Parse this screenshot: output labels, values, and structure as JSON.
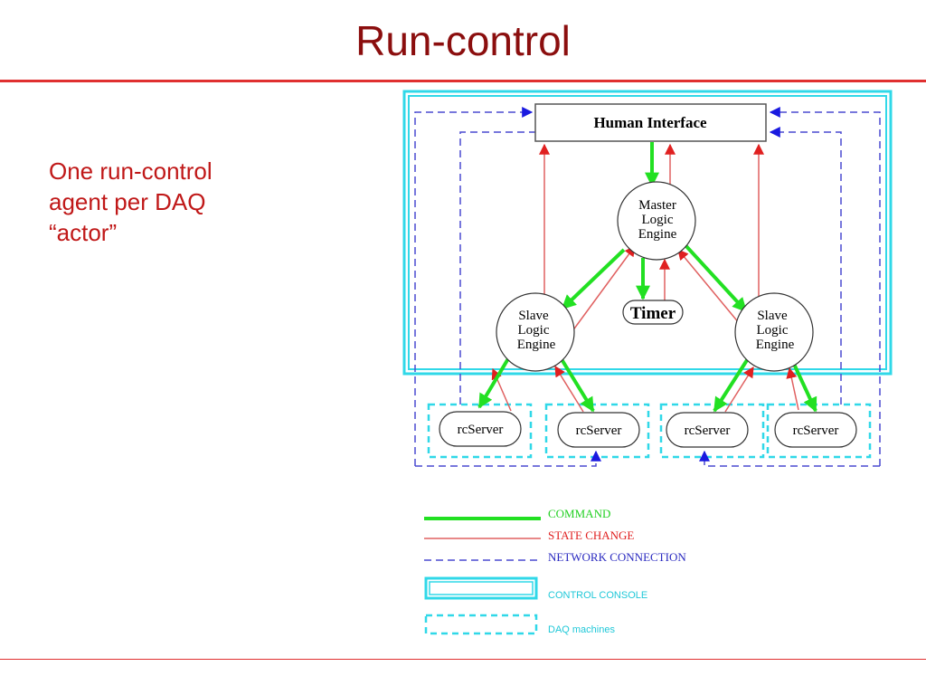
{
  "slide": {
    "title": "Run-control",
    "bullet_lines": [
      "One run-control",
      "agent per DAQ",
      "“actor”"
    ]
  },
  "diagram": {
    "human_interface": "Human Interface",
    "master": [
      "Master",
      "Logic",
      "Engine"
    ],
    "slave_left": [
      "Slave",
      "Logic",
      "Engine"
    ],
    "slave_right": [
      "Slave",
      "Logic",
      "Engine"
    ],
    "timer": "Timer",
    "rcservers": [
      "rcServer",
      "rcServer",
      "rcServer",
      "rcServer"
    ]
  },
  "legend": {
    "command": "COMMAND",
    "state_change": "STATE CHANGE",
    "network_connection": "NETWORK CONNECTION",
    "control_console": "CONTROL CONSOLE",
    "daq_machines": "DAQ machines"
  },
  "colors": {
    "command": "#22e022",
    "state_change": "#e06060",
    "network": "#3a3ad0",
    "console": "#30d8e8",
    "daq": "#30d8e8"
  }
}
